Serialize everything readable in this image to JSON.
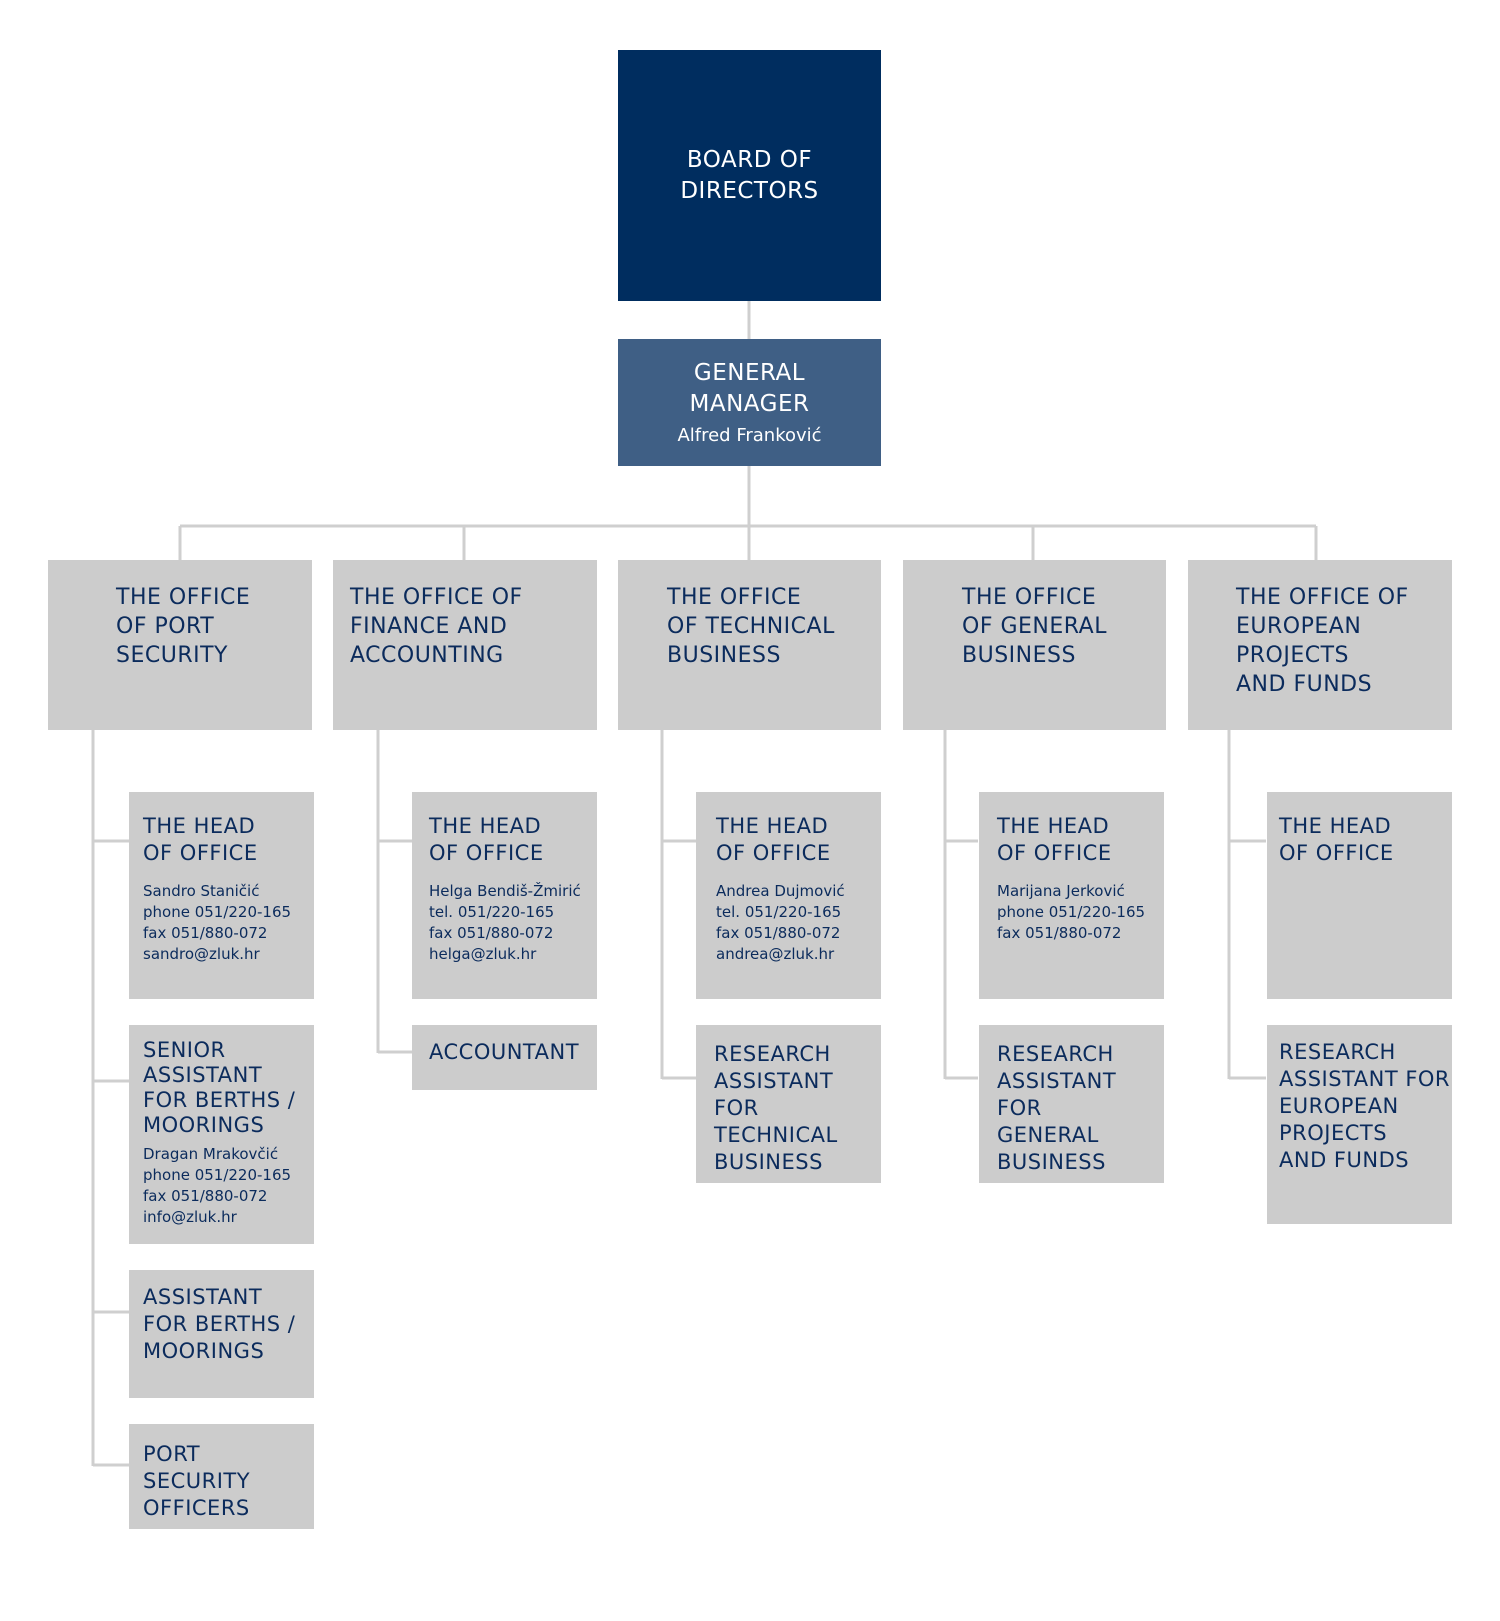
{
  "board": {
    "title": "BOARD OF\nDIRECTORS"
  },
  "general_manager": {
    "title": "GENERAL\nMANAGER",
    "name": "Alfred Franković"
  },
  "offices": [
    {
      "title": "THE OFFICE\nOF PORT\nSECURITY",
      "units": [
        {
          "title": "THE HEAD\nOF OFFICE",
          "details": "Sandro Staničić\nphone 051/220-165\nfax 051/880-072\nsandro@zluk.hr"
        },
        {
          "title": "SENIOR\nASSISTANT\nFOR BERTHS /\nMOORINGS",
          "details": "Dragan Mrakovčić\nphone 051/220-165\nfax 051/880-072\ninfo@zluk.hr"
        },
        {
          "title": "ASSISTANT\nFOR BERTHS /\nMOORINGS"
        },
        {
          "title": "PORT SECURITY\nOFFICERS"
        }
      ]
    },
    {
      "title": "THE OFFICE OF\nFINANCE AND\nACCOUNTING",
      "units": [
        {
          "title": "THE HEAD\nOF OFFICE",
          "details": "Helga Bendiš-Žmirić\ntel. 051/220-165\nfax 051/880-072\nhelga@zluk.hr"
        },
        {
          "title": "ACCOUNTANT"
        }
      ]
    },
    {
      "title": "THE OFFICE\nOF TECHNICAL\nBUSINESS",
      "units": [
        {
          "title": "THE HEAD\nOF OFFICE",
          "details": "Andrea Dujmović\ntel. 051/220-165\nfax 051/880-072\nandrea@zluk.hr"
        },
        {
          "title": "RESEARCH\nASSISTANT FOR\nTECHNICAL\nBUSINESS"
        }
      ]
    },
    {
      "title": "THE OFFICE\nOF GENERAL\nBUSINESS",
      "units": [
        {
          "title": "THE HEAD\nOF OFFICE",
          "details": "Marijana Jerković\nphone 051/220-165\nfax 051/880-072"
        },
        {
          "title": "RESEARCH\nASSISTANT FOR\nGENERAL\nBUSINESS"
        }
      ]
    },
    {
      "title": "THE OFFICE OF\nEUROPEAN\nPROJECTS\nAND FUNDS",
      "units": [
        {
          "title": "THE HEAD\nOF OFFICE"
        },
        {
          "title": "RESEARCH\nASSISTANT FOR\nEUROPEAN\nPROJECTS\nAND FUNDS"
        }
      ]
    }
  ]
}
